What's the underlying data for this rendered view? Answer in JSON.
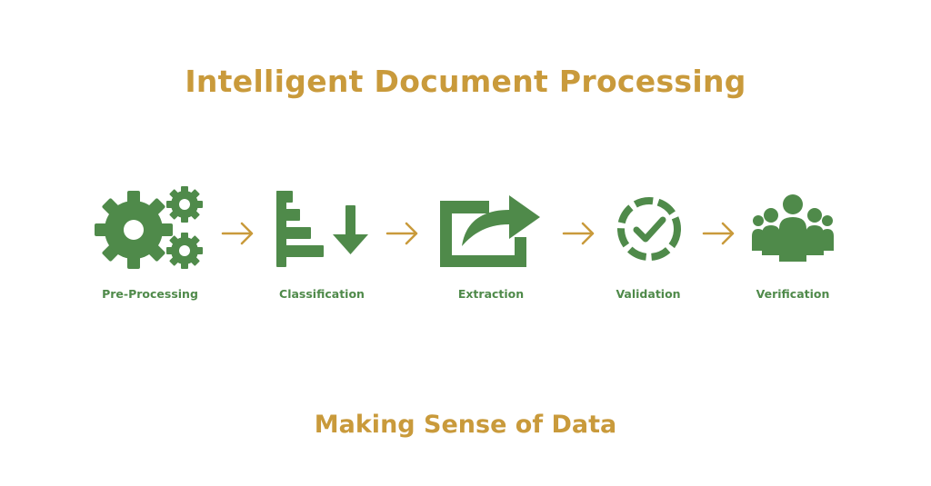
{
  "title": "Intelligent Document Processing",
  "subtitle": "Making Sense of Data",
  "colors": {
    "accent": "#c99a3b",
    "icon_green": "#4f8a4a"
  },
  "steps": [
    {
      "label": "Pre-Processing",
      "icon": "gears-icon"
    },
    {
      "label": "Classification",
      "icon": "sort-descending-icon"
    },
    {
      "label": "Extraction",
      "icon": "share-export-icon"
    },
    {
      "label": "Validation",
      "icon": "check-circle-dashed-icon"
    },
    {
      "label": "Verification",
      "icon": "people-group-icon"
    }
  ]
}
